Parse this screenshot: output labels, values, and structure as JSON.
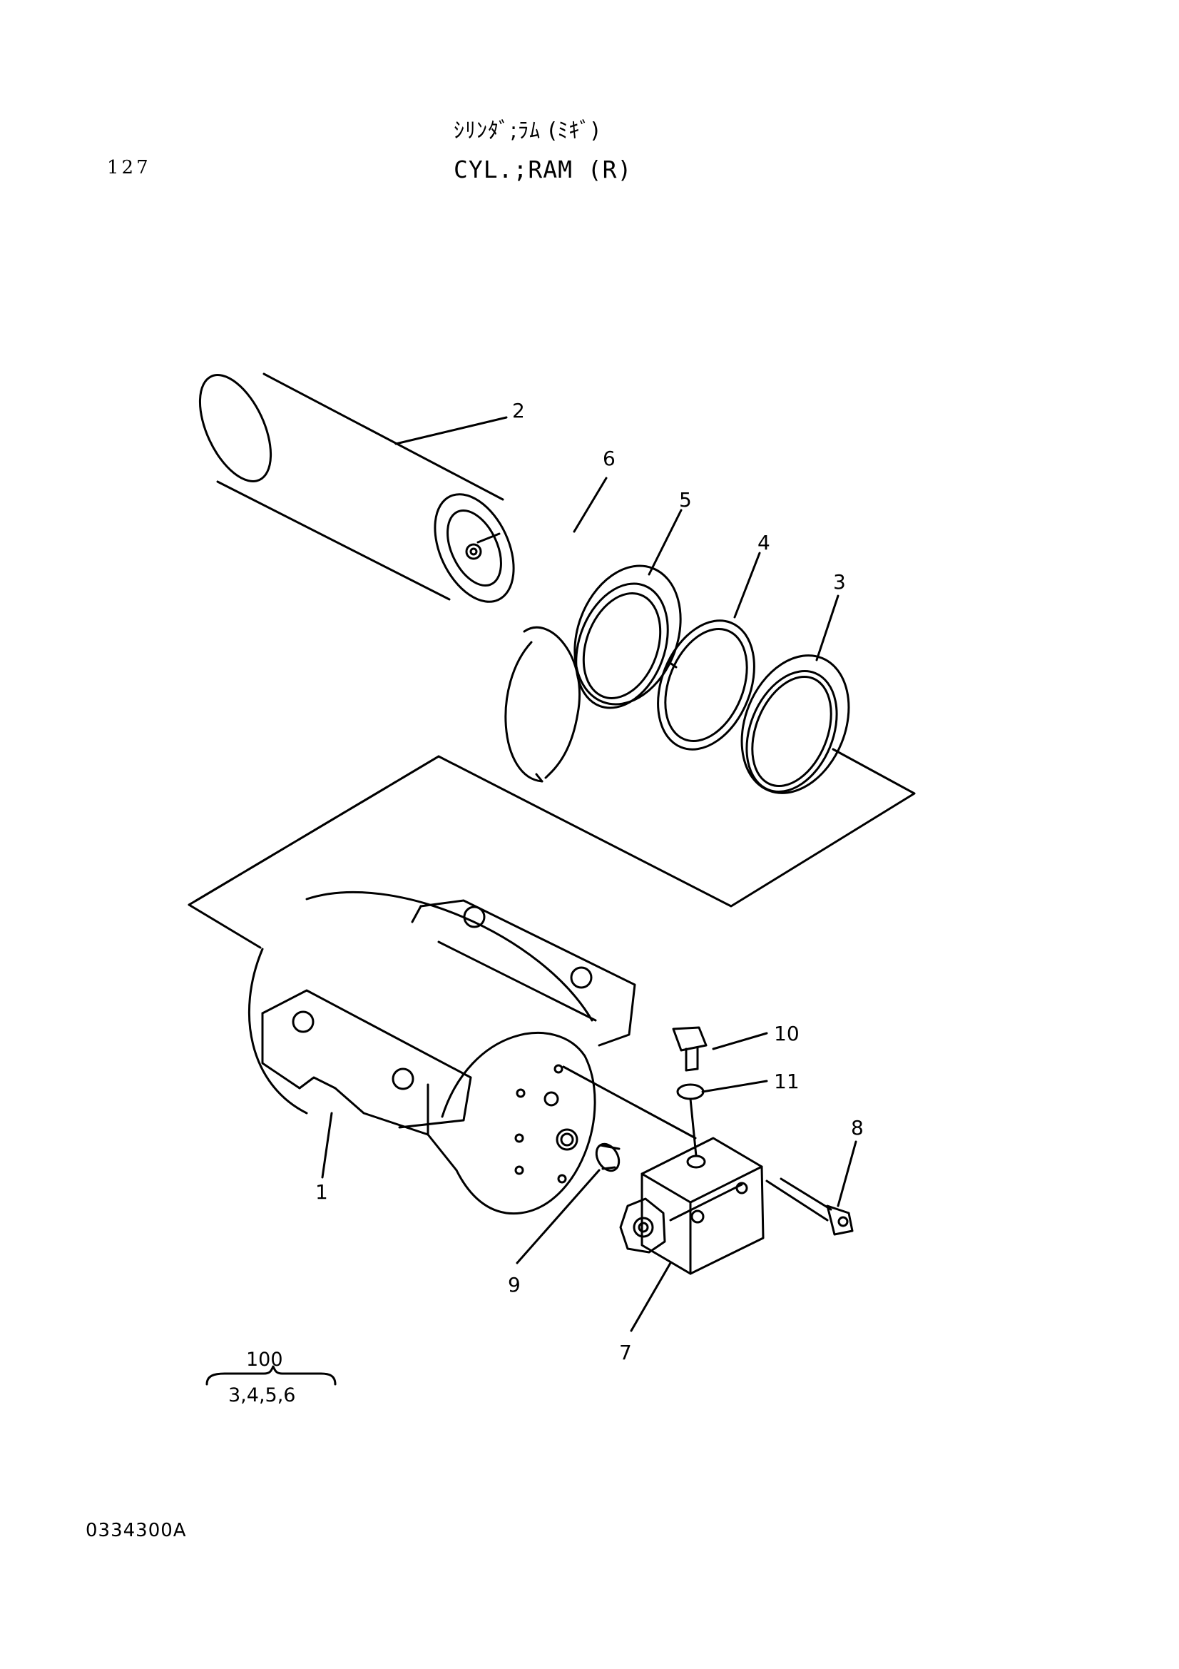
{
  "header": {
    "page_number": "127",
    "title_jp": "ｼﾘﾝﾀﾞ;ﾗﾑ (ﾐｷﾞ)",
    "title_en": "CYL.;RAM (R)"
  },
  "callouts": {
    "c1": "1",
    "c2": "2",
    "c3": "3",
    "c4": "4",
    "c5": "5",
    "c6": "6",
    "c7": "7",
    "c8": "8",
    "c9": "9",
    "c10": "10",
    "c11": "11"
  },
  "kit": {
    "number": "100",
    "includes": "3,4,5,6"
  },
  "footer": {
    "drawing_code": "0334300A"
  }
}
